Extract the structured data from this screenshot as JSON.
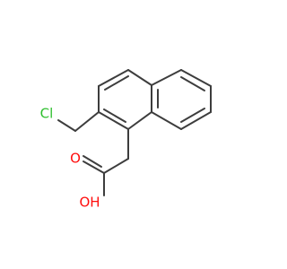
{
  "molecule": {
    "atoms": {
      "chlorine": "Cl",
      "carbonyl_oxygen": "O",
      "hydroxyl": "OH"
    },
    "colors": {
      "bond": "#3d3d3d",
      "chlorine": "#2fbf2f",
      "oxygen": "#ff0d0d"
    }
  }
}
